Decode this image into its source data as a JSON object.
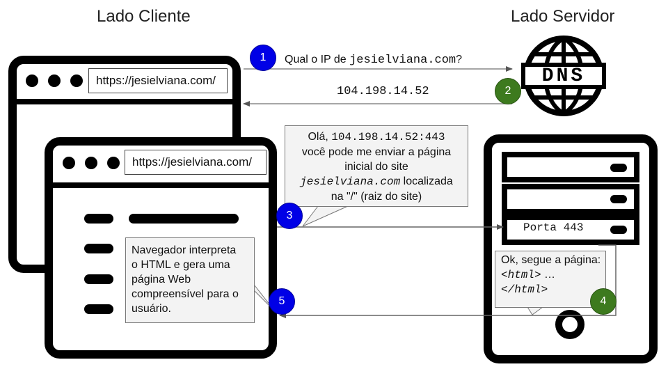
{
  "headings": {
    "client": "Lado Cliente",
    "server": "Lado Servidor"
  },
  "browser_back": {
    "url": "https://jesielviana.com/"
  },
  "browser_front": {
    "url": "https://jesielviana.com/"
  },
  "dns": {
    "label": "DNS"
  },
  "steps": [
    {
      "number": "1",
      "color": "#0000e6"
    },
    {
      "number": "2",
      "color": "#3d7a1e"
    },
    {
      "number": "3",
      "color": "#0000e6"
    },
    {
      "number": "4",
      "color": "#3d7a1e"
    },
    {
      "number": "5",
      "color": "#0000e6"
    }
  ],
  "query": {
    "text": "Qual o IP de ",
    "domain": "jesielviana.com",
    "suffix": "?"
  },
  "dns_answer": {
    "ip": "104.198.14.52"
  },
  "request_callout": {
    "line1_prefix": "Olá, ",
    "line1_addr": "104.198.14.52:443",
    "line2": "você pode me enviar a página",
    "line3": "inicial do site",
    "line4_domain": "jesielviana.com",
    "line4_suffix": " localizada",
    "line5": "na \"/\" (raiz do site)"
  },
  "server": {
    "port_label": "Porta 443"
  },
  "response_callout": {
    "line1": "Ok, segue a página:",
    "line2_code": "<html>",
    "line2_rest": " …",
    "line3_code": "</html>"
  },
  "render_callout": {
    "lines": [
      "Navegador interpreta",
      "o HTML e gera uma",
      "página Web",
      "compreensível para o",
      "usuário."
    ]
  }
}
